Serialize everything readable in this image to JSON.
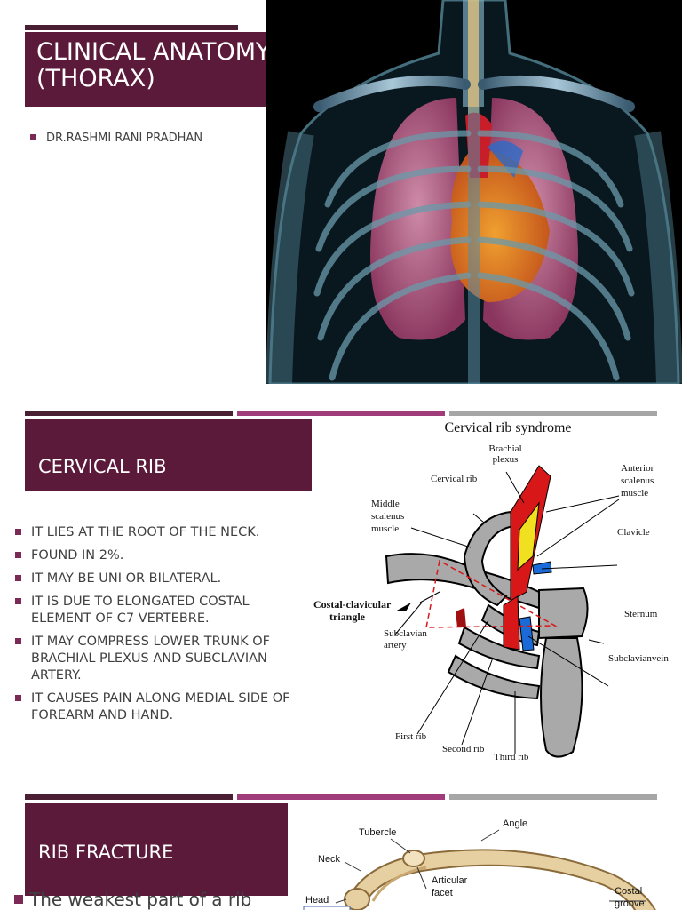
{
  "slide1": {
    "title_line1": "CLINICAL ANATOMY",
    "title_line2": "(THORAX)",
    "author": "DR.RASHMI RANI PRADHAN"
  },
  "slide2": {
    "title": "CERVICAL RIB",
    "bullets": [
      "IT LIES AT THE ROOT OF THE NECK.",
      "FOUND IN 2%.",
      "IT MAY BE UNI OR BILATERAL.",
      "IT IS DUE TO ELONGATED COSTAL ELEMENT OF C7 VERTEBRE.",
      "IT MAY COMPRESS LOWER TRUNK OF BRACHIAL PLEXUS AND SUBCLAVIAN ARTERY.",
      "IT CAUSES PAIN ALONG MEDIAL SIDE OF FOREARM AND HAND."
    ],
    "diagram": {
      "title": "Cervical rib syndrome",
      "labels": {
        "brachial_plexus_1": "Brachial",
        "brachial_plexus_2": "plexus",
        "cervical_rib": "Cervical rib",
        "anterior_1": "Anterior",
        "anterior_2": "scalenus",
        "anterior_3": "muscle",
        "middle_1": "Middle",
        "middle_2": "scalenus",
        "middle_3": "muscle",
        "clavicle": "Clavicle",
        "costal_1": "Costal-clavicular",
        "costal_2": "triangle",
        "sternum": "Sternum",
        "subclavian_artery_1": "Subclavian",
        "subclavian_artery_2": "artery",
        "subclavian_vein": "Subclavianvein",
        "first_rib": "First rib",
        "second_rib": "Second rib",
        "third_rib": "Third rib"
      }
    }
  },
  "slide3": {
    "title": "RIB FRACTURE",
    "bullet": "The weakest part of a rib",
    "diagram": {
      "labels": {
        "tubercle": "Tubercle",
        "angle": "Angle",
        "neck": "Neck",
        "articular_1": "Articular",
        "articular_2": "facet",
        "head": "Head",
        "costal_1": "Costal",
        "costal_2": "groove"
      }
    }
  }
}
